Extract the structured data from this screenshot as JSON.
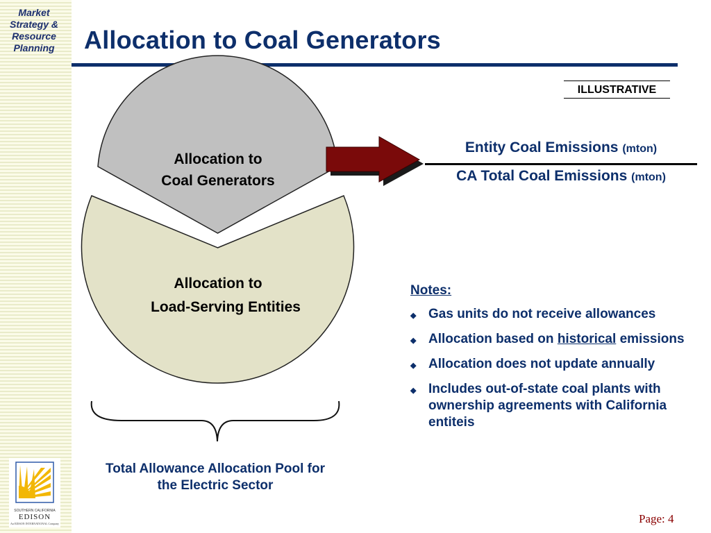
{
  "sidebar": {
    "tag_lines": [
      "Market",
      "Strategy &",
      "Resource",
      "Planning"
    ],
    "logo": {
      "small_text": "SOUTHERN CALIFORNIA",
      "brand_text": "EDISON",
      "parent_text": "An EDISON INTERNATIONAL Company"
    }
  },
  "header": {
    "title": "Allocation to Coal Generators"
  },
  "badge": {
    "illustrative": "ILLUSTRATIVE"
  },
  "diagram": {
    "top_slice_line1": "Allocation to",
    "top_slice_line2": "Coal Generators",
    "bottom_slice_line1": "Allocation to",
    "bottom_slice_line2": "Load-Serving Entities",
    "caption_line1": "Total Allowance Allocation Pool for",
    "caption_line2": "the Electric Sector",
    "colors": {
      "top_slice": "#c0c0c0",
      "bottom_slice": "#e3e2c8",
      "arrow": "#7a0a0a"
    }
  },
  "formula": {
    "numerator": "Entity Coal Emissions",
    "numerator_unit": "(mton)",
    "denominator": "CA Total Coal Emissions",
    "denominator_unit": "(mton)"
  },
  "notes": {
    "heading": "Notes:",
    "item1": "Gas units do not receive allowances",
    "item2_before": "Allocation based on ",
    "item2_underlined": "historical",
    "item2_after": " emissions",
    "item3": "Allocation does not update annually",
    "item4": "Includes out-of-state coal plants with ownership agreements with California entiteis"
  },
  "footer": {
    "page": "Page: 4"
  },
  "theme": {
    "title_color": "#0d2f6b",
    "page_color": "#8a0000"
  }
}
